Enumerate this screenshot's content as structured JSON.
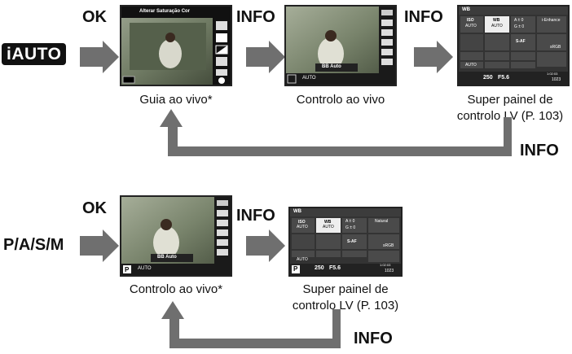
{
  "top_row": {
    "mode_label": "iAUTO",
    "key_ok": "OK",
    "key_info_1": "INFO",
    "key_info_2": "INFO",
    "key_info_return": "INFO",
    "screen1": {
      "title": "Alterar Saturação Cor"
    },
    "screen2": {
      "bottom_label": "BB Auto",
      "bar_value": "AUTO"
    },
    "screen3": {
      "header": "WB",
      "iso": "ISO",
      "iso_val": "AUTO",
      "wb": "WB",
      "wb_val": "AUTO",
      "exp_a": "A ± 0",
      "exp_g": "G ± 0",
      "picture_mode": "i-Enhance",
      "saf": "S-AF",
      "srgb": "sRGB",
      "mode_auto": "AUTO",
      "shutter": "250",
      "aperture": "F5.6",
      "count": "1:02:03",
      "frames": "1023"
    },
    "caption1": "Guia ao vivo*",
    "caption2": "Controlo ao vivo",
    "caption3_line1": "Super painel de",
    "caption3_line2": "controlo LV (P. 103)"
  },
  "bottom_row": {
    "mode_label": "P/A/S/M",
    "key_ok": "OK",
    "key_info_1": "INFO",
    "key_info_return": "INFO",
    "screen1": {
      "bottom_label": "BB Auto",
      "bar_value": "AUTO",
      "mode_icon": "P"
    },
    "screen2": {
      "header": "WB",
      "iso": "ISO",
      "iso_val": "AUTO",
      "wb": "WB",
      "wb_val": "AUTO",
      "exp_a": "A ± 0",
      "exp_g": "G ± 0",
      "picture_mode": "Natural",
      "saf": "S-AF",
      "srgb": "sRGB",
      "mode_auto": "AUTO",
      "shutter": "250",
      "aperture": "F5.6",
      "count": "1:02:03",
      "frames": "1023",
      "mode_icon": "P"
    },
    "caption1": "Controlo ao vivo*",
    "caption2_line1": "Super painel de",
    "caption2_line2": "controlo LV (P. 103)"
  },
  "colors": {
    "arrow": "#6f6f6f",
    "key_text": "#111111",
    "screen_bg": "#2a2a2a"
  }
}
